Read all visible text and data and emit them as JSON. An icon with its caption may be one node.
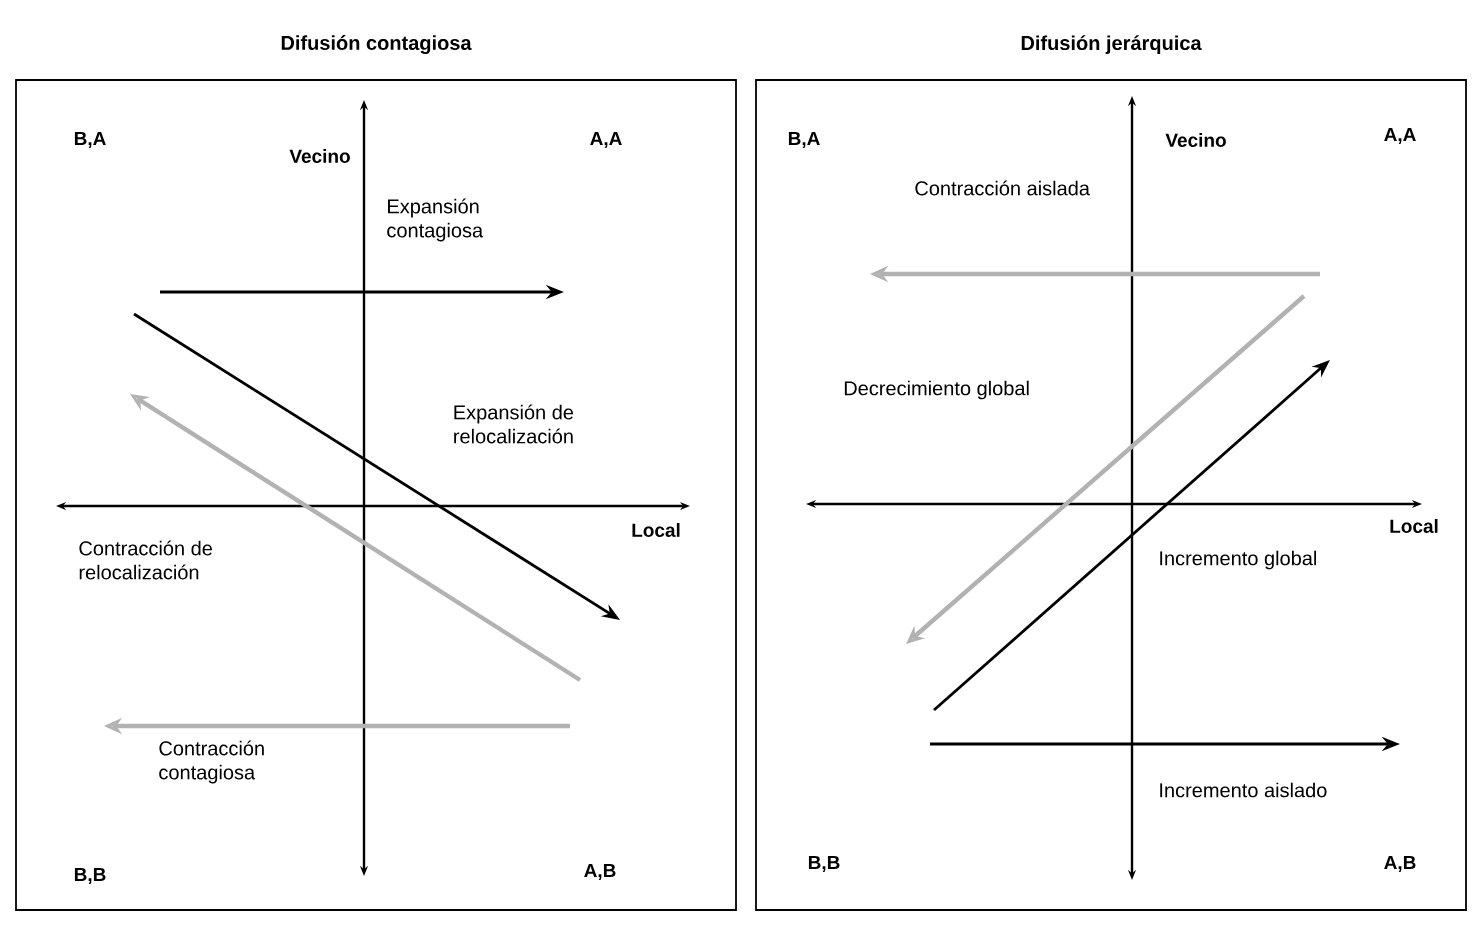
{
  "diagram": {
    "nodes": [
      {
        "text": [
          "Difusión contagiosa"
        ]
      },
      {
        "text": [
          "Difusión jerárquica"
        ]
      }
    ],
    "labels": [
      "B,A",
      "Vecino",
      "A,A",
      "Expansión contagiosa",
      "Expansión de relocalización",
      "Local",
      "Contracción de relocalización",
      "Contracción contagiosa",
      "B,B",
      "A,B",
      "B,A",
      "Vecino",
      "A,A",
      "Contracción aislada",
      "Decrecimiento global",
      "Local",
      "Incremento global",
      "Incremento aislado",
      "B,B",
      "A,B"
    ]
  }
}
